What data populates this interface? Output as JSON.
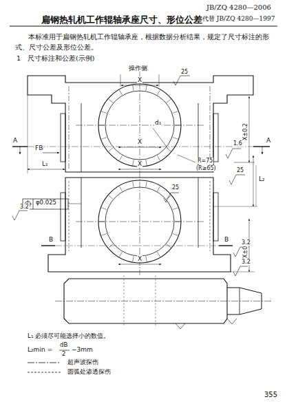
{
  "diagram": {
    "title": "扁钢热轧机工作辊轴承座尺寸、形位公差",
    "labels": [
      "JB/ZQ 4280—2006",
      "代替 JB/ZQ 4280—1997",
      "本标准用于扁钢热轧机工作辊轴承座，根据数据分析结果，规定了尺寸标注的形式、尺寸公差及形位公差。",
      "1　尺寸标注和公差(示例)",
      "操作侧",
      "X",
      "25",
      "A",
      "A",
      "FB",
      "d₁",
      "X±0.2",
      "R=75",
      "(R≥65)",
      "1.6",
      "L₁",
      "L₂",
      "X",
      "X",
      "25",
      "φ0.025",
      "3.2",
      "25",
      "X",
      "B",
      "B",
      "X±0.1",
      "3.2",
      "3.2",
      "L₁ 必须尽可能选择小的数值。",
      "L₂min =",
      "dB",
      "2",
      "−3mm",
      "355"
    ],
    "legend": [
      {
        "text": "超声波探伤"
      },
      {
        "text": "圆弧处渗透探伤"
      }
    ]
  }
}
